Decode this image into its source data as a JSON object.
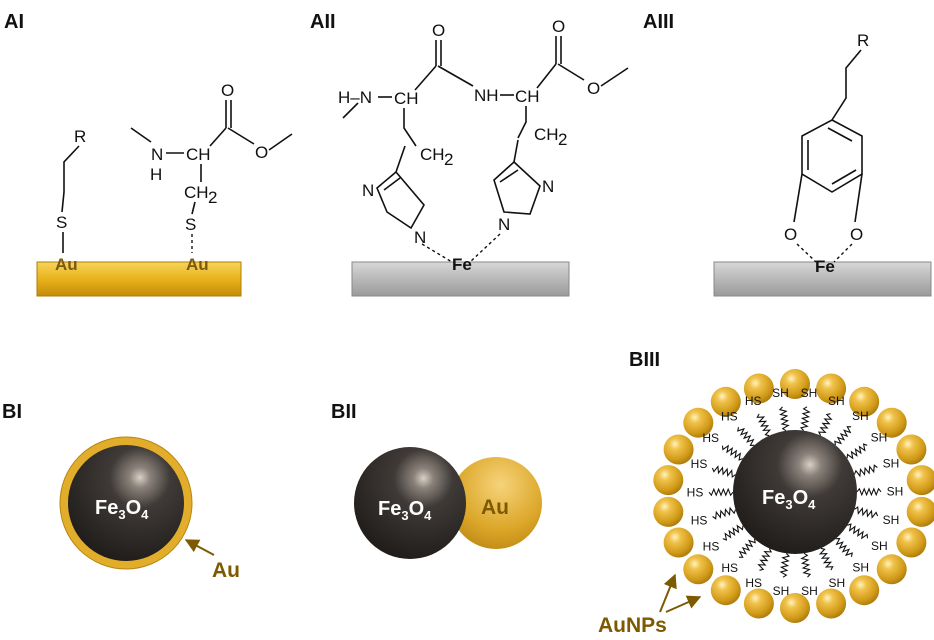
{
  "panels": {
    "ai": "AI",
    "aii": "AII",
    "aiii": "AIII",
    "bi": "BI",
    "bii": "BII",
    "biii": "BIII"
  },
  "atoms": {
    "R": "R",
    "S": "S",
    "O": "O",
    "N": "N",
    "H": "H",
    "CH": "CH",
    "CH2": "CH",
    "sub2": "2",
    "NH": "NH",
    "HN": "H–N"
  },
  "metals": {
    "gold": "Au",
    "iron": "Fe"
  },
  "core": {
    "element": "Fe",
    "sub3": "3",
    "oxygen": "O",
    "sub4": "4"
  },
  "labels": {
    "au": "Au",
    "aunps": "AuNPs"
  },
  "thiols": {
    "hs": "HS",
    "sh": "SH"
  },
  "colors": {
    "gold": "#e8b21c",
    "gold_dark": "#7a5a10",
    "gold_label": "#7d5a00",
    "steel": "#b3b3b3",
    "core": "#3a3633"
  }
}
